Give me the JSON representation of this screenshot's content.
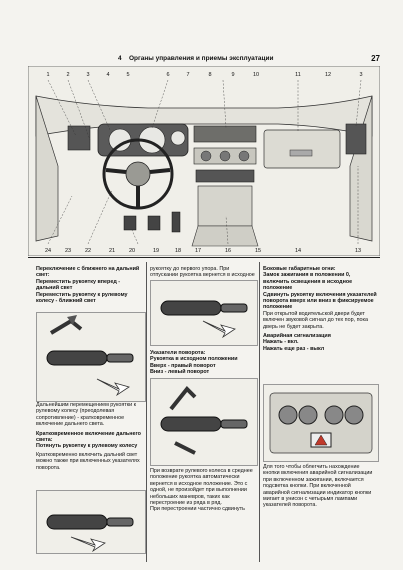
{
  "header": {
    "chapter_num": "4",
    "title": "Органы управления и приемы эксплуатации",
    "page": "27"
  },
  "callouts": {
    "top": [
      "1",
      "2",
      "3",
      "4",
      "5",
      "6",
      "7",
      "8",
      "9",
      "10",
      "11",
      "12",
      "3"
    ],
    "bottom": [
      "24",
      "23",
      "22",
      "21",
      "20",
      "19",
      "18",
      "17",
      "16",
      "15",
      "14",
      "13"
    ]
  },
  "col1": {
    "h1": "Переключение с ближнего на дальний свет:",
    "p1": "Переместить рукоятку вперед - дальний свет",
    "p2": "Переместить рукоятку к рулевому колесу - ближний свет",
    "t1": "Дальнейшим перемещением рукоятки к рулевому колесу (преодолевая сопротивление) - кратковременное включение дальнего света.",
    "h2": "Кратковременное включение дальнего света:",
    "p3": "Потянуть рукоятку к рулевому колесу",
    "t2": "Кратковременно включить дальний свет можно также при включенных указателях поворота."
  },
  "col2": {
    "t0": "рукоятку до первого упора. При отпускании рукоятка вернется в исходное положение.",
    "h1": "Указатели поворота:",
    "p1": "Рукоятка в исходном положении",
    "p2": "Вверх - правый поворот",
    "p3": "Вниз - левый поворот",
    "t1": "При возврате рулевого колеса в среднее положение рукоятка автоматически вернется в исходное положение. Это с одной, не произойдет при выполнении небольших маневров, таких как перестроение из ряда в ряд.",
    "t2": "При перестроении частично сдвинуть"
  },
  "col3": {
    "h1": "Боковые габаритные огни:",
    "p1": "Замок зажигания в положении 0, включить освещения в исходное положение",
    "p2": "Сдвинуть рукоятку включения указателей поворота вверх или вниз в фиксируемое положение",
    "t1": "При открытой водительской двери будет включен звуковой сигнал до тех пор, пока дверь не будет закрыта.",
    "h2": "Аварийная сигнализация",
    "p3": "Нажать - вкл.",
    "p4": "Нажать еще раз - выкл",
    "t2": "Для того чтобы облегчить нахождение кнопки включения аварийной сигнализации при включенном зажигании, включается подсветка кнопки. При включенной аварийной сигнализации индикатор кнопки мигает в унисон с четырьмя лампами указателей поворота."
  }
}
